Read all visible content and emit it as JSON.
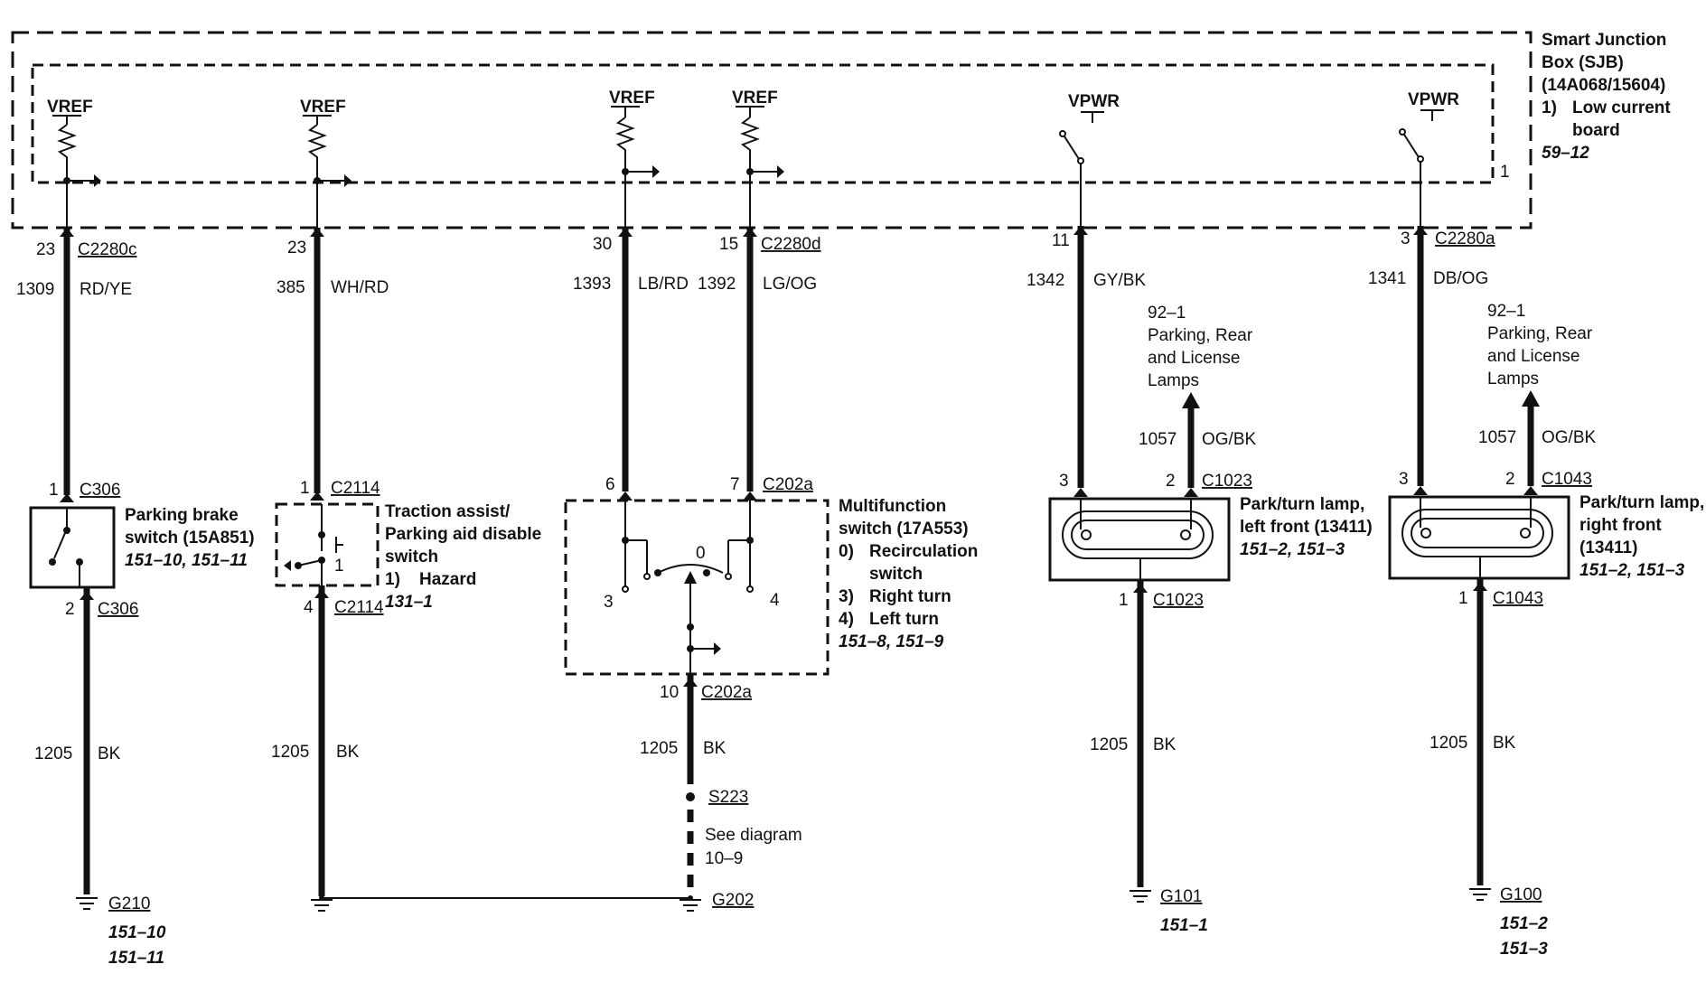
{
  "sjb": {
    "lines": [
      "Smart Junction",
      "Box (SJB)",
      "(14A068/15604)"
    ],
    "item_num": "1)",
    "item_text": [
      "Low current",
      "board"
    ],
    "ref": "59–12",
    "pin": "1"
  },
  "supplies": [
    "VREF",
    "VREF",
    "VREF",
    "VREF",
    "VPWR",
    "VPWR"
  ],
  "circuits": [
    {
      "pin": "23",
      "conn": "C2280c",
      "num": "1309",
      "color": "RD/YE"
    },
    {
      "pin": "23",
      "num": "385",
      "color": "WH/RD"
    },
    {
      "pin": "30",
      "num": "1393",
      "color": "LB/RD"
    },
    {
      "pin": "15",
      "conn": "C2280d",
      "num": "1392",
      "color": "LG/OG"
    },
    {
      "pin": "11",
      "num": "1342",
      "color": "GY/BK"
    },
    {
      "pin": "3",
      "conn": "C2280a",
      "num": "1341",
      "color": "DB/OG"
    }
  ],
  "parking_brake": {
    "top_pin": "1",
    "top_conn": "C306",
    "bot_pin": "2",
    "bot_conn": "C306",
    "name": [
      "Parking brake",
      "switch (15A851)"
    ],
    "refs": "151–10, 151–11"
  },
  "traction": {
    "top_pin": "1",
    "top_conn": "C2114",
    "bot_pin": "4",
    "bot_conn": "C2114",
    "name": [
      "Traction assist/",
      "Parking aid disable",
      "switch"
    ],
    "item_num": "1)",
    "item_text": "Hazard",
    "inner_label": "1",
    "refs": "131–1"
  },
  "multifunction": {
    "pin_a": "6",
    "pin_b": "7",
    "conn": "C202a",
    "name": [
      "Multifunction",
      "switch (17A553)"
    ],
    "items": [
      {
        "n": "0)",
        "t": "Recirculation"
      },
      {
        "n": "",
        "t": "switch"
      },
      {
        "n": "3)",
        "t": "Right turn"
      },
      {
        "n": "4)",
        "t": "Left turn"
      }
    ],
    "refs": "151–8, 151–9",
    "inner": [
      "3",
      "0",
      "4"
    ],
    "out_pin": "10",
    "out_conn": "C202a"
  },
  "lamp_left": {
    "dest": [
      "92–1",
      "Parking, Rear",
      "and License",
      "Lamps"
    ],
    "out_num": "1057",
    "out_color": "OG/BK",
    "pin_a": "3",
    "pin_b": "2",
    "conn": "C1023",
    "name": [
      "Park/turn lamp,",
      "left front (13411)"
    ],
    "refs": "151–2, 151–3",
    "bot_pin": "1",
    "bot_conn": "C1023"
  },
  "lamp_right": {
    "dest": [
      "92–1",
      "Parking, Rear",
      "and License",
      "Lamps"
    ],
    "out_num": "1057",
    "out_color": "OG/BK",
    "pin_a": "3",
    "pin_b": "2",
    "conn": "C1043",
    "name": [
      "Park/turn lamp,",
      "right front",
      "(13411)"
    ],
    "refs": "151–2, 151–3",
    "bot_pin": "1",
    "bot_conn": "C1043"
  },
  "ground_wires": [
    {
      "num": "1205",
      "color": "BK"
    },
    {
      "num": "1205",
      "color": "BK"
    },
    {
      "num": "1205",
      "color": "BK"
    },
    {
      "num": "1205",
      "color": "BK"
    },
    {
      "num": "1205",
      "color": "BK"
    }
  ],
  "splice": {
    "name": "S223",
    "note": [
      "See diagram",
      "10–9"
    ]
  },
  "grounds": [
    {
      "name": "G210",
      "refs": [
        "151–10",
        "151–11"
      ]
    },
    {
      "name": "G202",
      "refs": []
    },
    {
      "name": "G101",
      "refs": [
        "151–1"
      ]
    },
    {
      "name": "G100",
      "refs": [
        "151–2",
        "151–3"
      ]
    }
  ]
}
